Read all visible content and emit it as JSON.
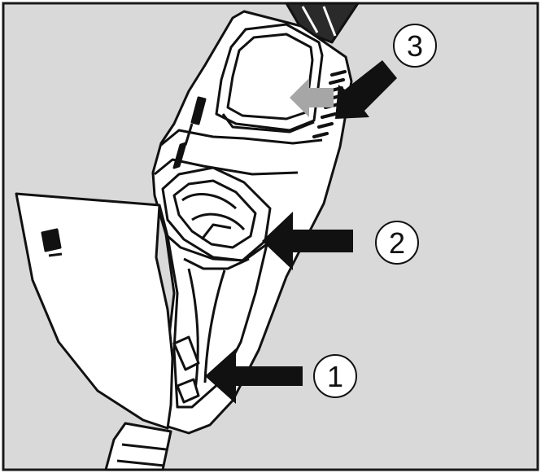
{
  "colors": {
    "background": "#d9d9d9",
    "frame": "#1a1a1a",
    "line": "#111111",
    "body_fill": "#ffffff",
    "arrow": "#111111",
    "arrow_light": "#a6a6a6",
    "callout_fill": "#ffffff"
  },
  "callouts": [
    {
      "number": "1",
      "target": "lower-release-latch"
    },
    {
      "number": "2",
      "target": "upper-container-seal"
    },
    {
      "number": "3",
      "target": "air-vent-grille"
    }
  ]
}
